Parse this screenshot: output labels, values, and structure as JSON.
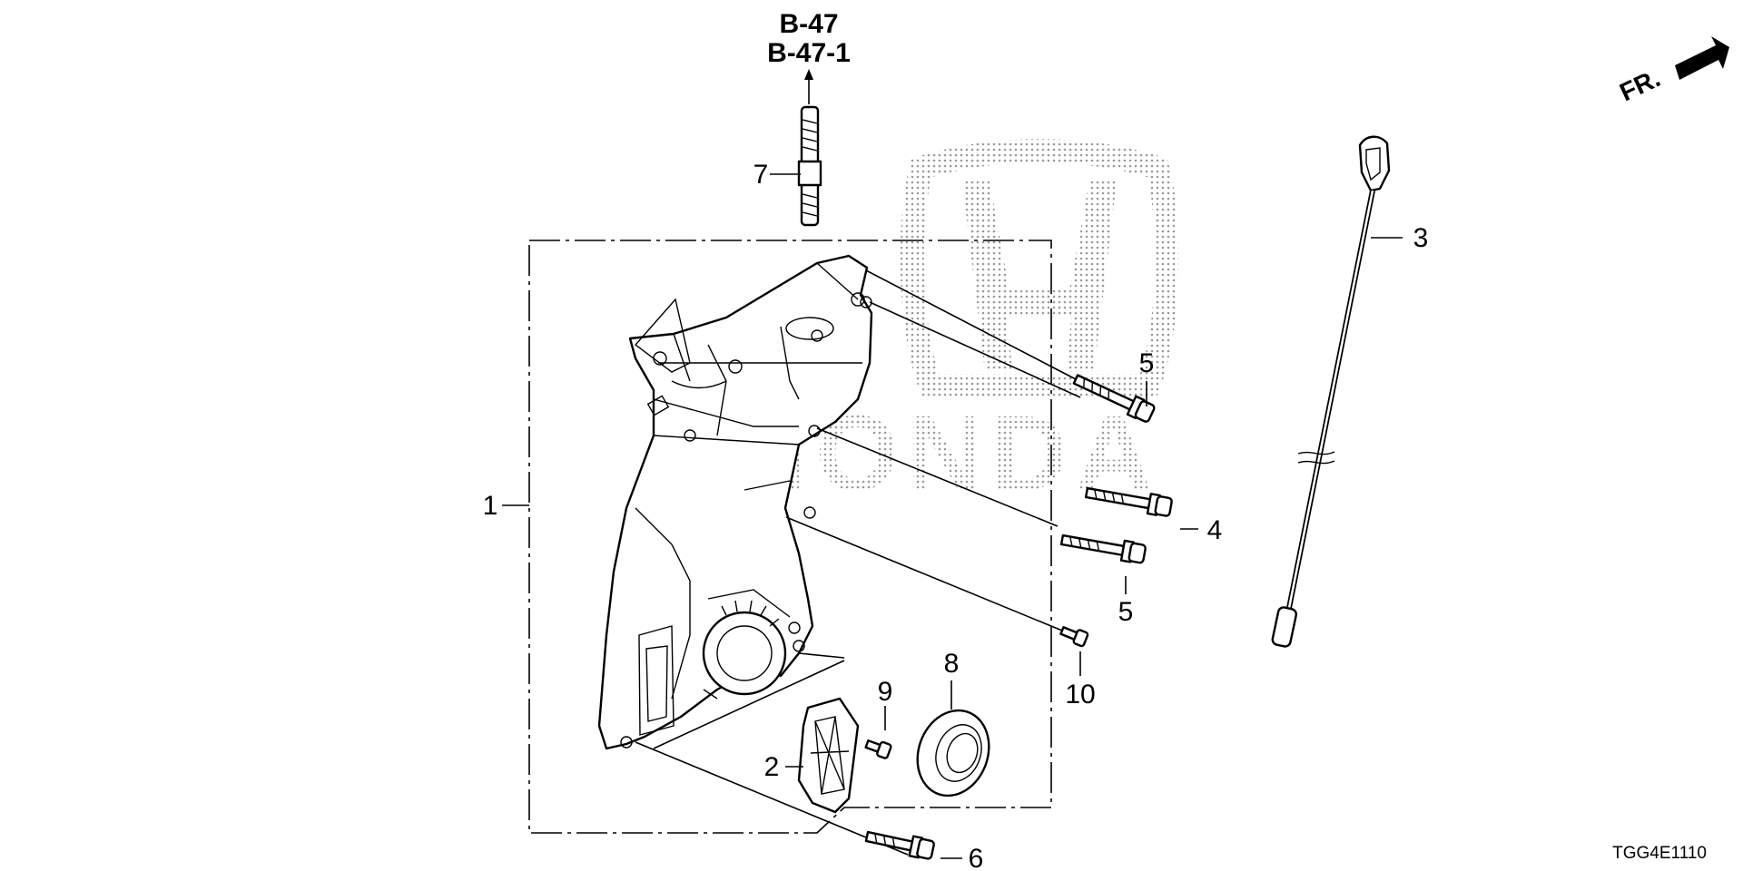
{
  "diagram": {
    "reference_codes": [
      "B-47",
      "B-47-1"
    ],
    "callouts": {
      "part_1": "1",
      "part_2": "2",
      "part_3": "3",
      "part_4": "4",
      "part_5_upper": "5",
      "part_5_lower": "5",
      "part_6": "6",
      "part_7": "7",
      "part_8": "8",
      "part_9": "9",
      "part_10": "10"
    },
    "front_indicator": "FR.",
    "watermark_text": "HONDA",
    "diagram_code": "TGG4E1110"
  },
  "colors": {
    "line": "#000000",
    "watermark": "#9a9a9a",
    "background": "#ffffff"
  },
  "icons": [
    "honda-logo-watermark",
    "front-arrow-icon"
  ]
}
